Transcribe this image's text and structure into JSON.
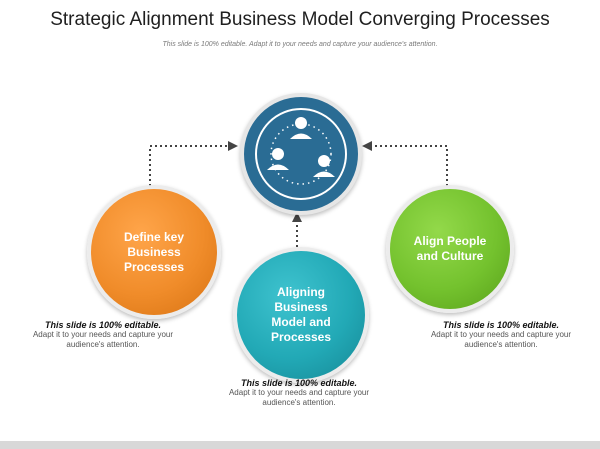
{
  "header": {
    "title": "Strategic Alignment Business Model Converging Processes",
    "subtitle": "This slide is 100% editable. Adapt it to your needs and capture your audience's attention."
  },
  "nodes": {
    "center": {
      "icon": "people-network-icon"
    },
    "left": {
      "label": "Define key Business Processes"
    },
    "bottom": {
      "label": "Aligning Business Model and Processes"
    },
    "right": {
      "label": "Align People and Culture"
    }
  },
  "descriptions": {
    "left": {
      "head": "This slide is 100% editable.",
      "body": "Adapt it to your needs and capture your audience's attention."
    },
    "right": {
      "head": "This slide is 100% editable.",
      "body": "Adapt it to your needs and capture your audience's attention."
    },
    "bottom": {
      "head": "This slide is 100% editable.",
      "body": "Adapt it to your needs and capture your audience's attention."
    }
  },
  "colors": {
    "orange": "#f08c2a",
    "teal": "#22a9b6",
    "green": "#74c22e",
    "blue": "#2a6c94",
    "connector": "#444444"
  }
}
